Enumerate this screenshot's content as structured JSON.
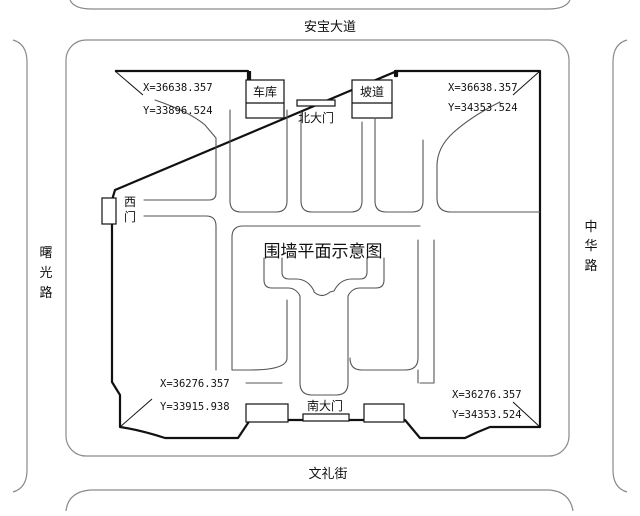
{
  "colors": {
    "ink": "#111111",
    "block_line": "#8a8a8a",
    "road_line": "#555555"
  },
  "streets": {
    "north": "安宝大道",
    "south": "文礼街",
    "west": "曙光路",
    "east": "中华路"
  },
  "title": "围墙平面示意图",
  "gates": {
    "north": "北大门",
    "south": "南大门",
    "west": "西门"
  },
  "buildings": {
    "garage": "车库",
    "ramp": "坡道"
  },
  "coordinates": {
    "nw": {
      "x": "X=36638.357",
      "y": "Y=33896.524"
    },
    "ne": {
      "x": "X=36638.357",
      "y": "Y=34353.524"
    },
    "sw": {
      "x": "X=36276.357",
      "y": "Y=33915.938"
    },
    "se": {
      "x": "X=36276.357",
      "y": "Y=34353.524"
    }
  }
}
